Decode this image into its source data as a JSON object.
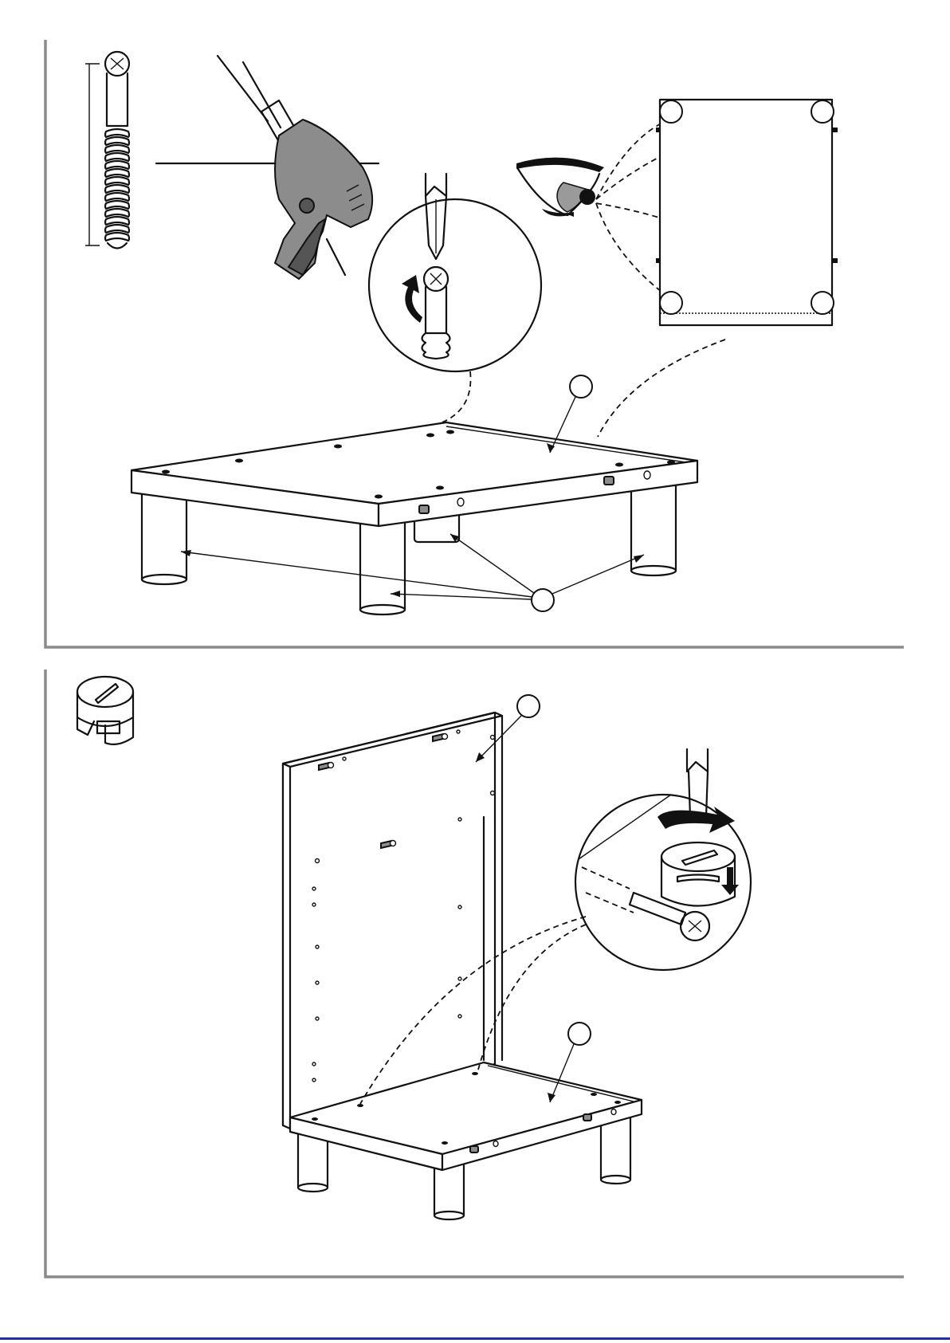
{
  "document": {
    "type": "assembly-instructions",
    "steps": [
      {
        "id": "step-legs",
        "components": [
          "screw",
          "drill",
          "screwdriver",
          "eye-inspection",
          "bottom-panel",
          "legs"
        ],
        "callouts": [
          "",
          ""
        ]
      },
      {
        "id": "step-cam-lock",
        "components": [
          "cam-lock-fitting",
          "side-panel",
          "bottom-panel",
          "cam-lock-detail"
        ],
        "callouts": [
          "",
          ""
        ]
      }
    ]
  },
  "colors": {
    "line": "#111111",
    "frame": "#8a8a8a",
    "tool_body": "#8c8c8c",
    "tool_dark": "#555555",
    "bottom_rule": "#2030a0"
  },
  "icons": [
    "screw-icon",
    "drill-icon",
    "screwdriver-icon",
    "eye-icon",
    "rotate-arrow-icon",
    "cam-lock-icon",
    "down-arrow-icon"
  ]
}
